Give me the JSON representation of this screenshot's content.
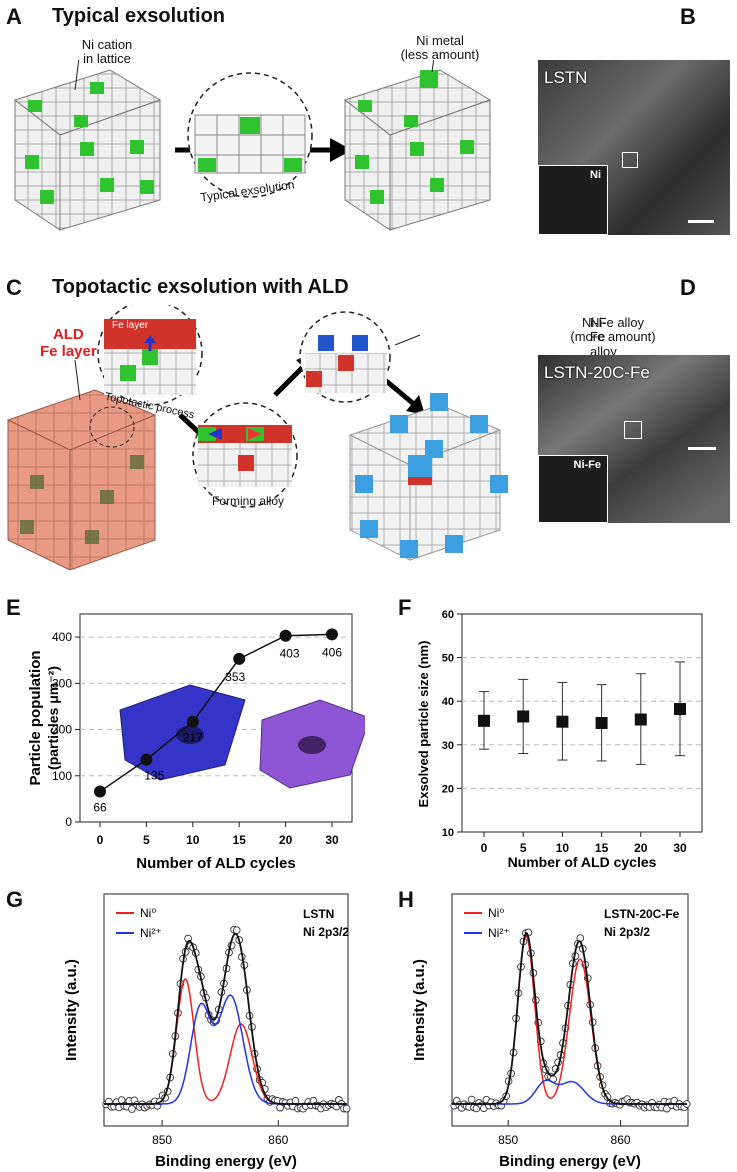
{
  "panels": {
    "A": {
      "letter": "A",
      "title": "Typical exsolution",
      "label_left": "Ni cation\nin lattice",
      "label_right": "Ni metal\n(less amount)",
      "circle_text": "Typical exsolution"
    },
    "B": {
      "letter": "B",
      "sample": "LSTN",
      "inset_label": "Ni"
    },
    "C": {
      "letter": "C",
      "title": "Topotactic exsolution with ALD",
      "ald_label": "ALD\nFe layer",
      "fe_layer": "Fe layer",
      "topotactic": "Topotactic process",
      "forming_alloy": "Forming alloy",
      "alloy_label": "Ni-Fe alloy\n(more amount)"
    },
    "D": {
      "letter": "D",
      "sample": "LSTN-20C-Fe",
      "inset_label": "Ni-Fe"
    },
    "E": {
      "letter": "E"
    },
    "F": {
      "letter": "F"
    },
    "G": {
      "letter": "G"
    },
    "H": {
      "letter": "H"
    }
  },
  "colors": {
    "green": "#2fc42f",
    "red": "#d0332a",
    "blue": "#2255cc",
    "lightblue": "#3ca0e0",
    "fit_red": "#ee2222",
    "fit_blue": "#2233ee"
  },
  "chart_data": [
    {
      "panel": "E",
      "type": "line",
      "x": [
        "0",
        "5",
        "10",
        "15",
        "20",
        "30"
      ],
      "values": [
        66,
        135,
        217,
        353,
        403,
        406
      ],
      "data_labels": [
        "66",
        "135",
        "217",
        "353",
        "403",
        "406"
      ],
      "xlabel": "Number of ALD cycles",
      "ylabel_line1": "Particle population",
      "ylabel_line2": "(particles μm⁻²)",
      "ylim": [
        0,
        450
      ],
      "yticks": [
        "0",
        "100",
        "200",
        "300",
        "400"
      ],
      "grid": "horizontal dashed"
    },
    {
      "panel": "F",
      "type": "scatter",
      "x": [
        "0",
        "5",
        "10",
        "15",
        "20",
        "30"
      ],
      "values": [
        35.5,
        36.5,
        35.3,
        35.0,
        35.8,
        38.2
      ],
      "error_low": [
        29.0,
        28.0,
        26.5,
        26.3,
        25.5,
        27.5
      ],
      "error_high": [
        42.2,
        45.0,
        44.3,
        43.8,
        46.3,
        49.0
      ],
      "xlabel": "Number of ALD cycles",
      "ylabel": "Exsolved particle size (nm)",
      "ylim": [
        10,
        60
      ],
      "yticks": [
        "10",
        "20",
        "30",
        "40",
        "50",
        "60"
      ],
      "grid": "horizontal dashed"
    },
    {
      "panel": "G",
      "type": "line",
      "xlabel": "Binding energy (eV)",
      "ylabel": "Intensity (a.u.)",
      "xlim": [
        845,
        866
      ],
      "xticks": [
        "850",
        "860"
      ],
      "legend": [
        {
          "name": "Ni⁰"
        },
        {
          "name": "Ni²⁺"
        }
      ],
      "annotation_line1": "LSTN",
      "annotation_line2": "Ni 2p3/2",
      "peaks_ni0": [
        852.0,
        856.8
      ],
      "peaks_ni2": [
        853.3,
        855.9
      ]
    },
    {
      "panel": "H",
      "type": "line",
      "xlabel": "Binding energy (eV)",
      "ylabel": "Intensity (a.u.)",
      "xlim": [
        845,
        866
      ],
      "xticks": [
        "850",
        "860"
      ],
      "legend": [
        {
          "name": "Ni⁰"
        },
        {
          "name": "Ni²⁺"
        }
      ],
      "annotation_line1": "LSTN-20C-Fe",
      "annotation_line2": "Ni 2p3/2",
      "peaks_ni0": [
        851.6,
        856.4
      ],
      "peaks_ni2": [
        853.3,
        855.7
      ]
    }
  ]
}
